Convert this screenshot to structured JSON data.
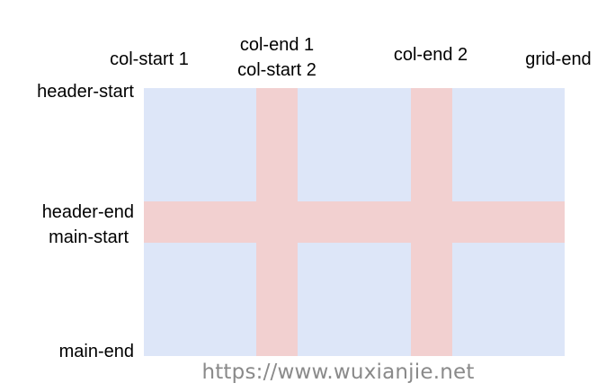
{
  "columns": {
    "col_start_1": "col-start 1",
    "col_end_1": "col-end 1",
    "col_start_2": "col-start 2",
    "col_end_2": "col-end 2",
    "grid_end": "grid-end"
  },
  "rows": {
    "header_start": "header-start",
    "header_end": "header-end",
    "main_start": "main-start",
    "main_end": "main-end"
  },
  "colors": {
    "cell": "#dde6f8",
    "gap": "#f2d0d0",
    "watermark": "#8a8a8a"
  },
  "watermark": "https://www.wuxianjie.net"
}
